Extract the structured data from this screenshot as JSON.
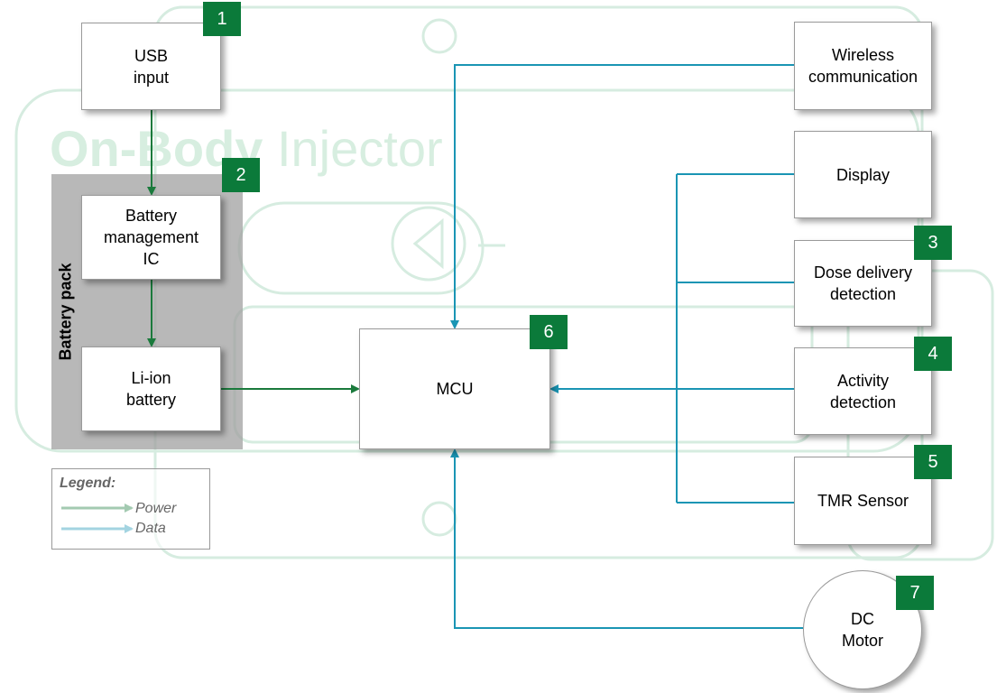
{
  "watermark": {
    "bold": "On-Body",
    "rest": " Injector"
  },
  "blocks": {
    "usb": "USB\ninput",
    "bmic": "Battery\nmanagement\nIC",
    "liion": "Li-ion\nbattery",
    "mcu": "MCU",
    "wireless": "Wireless\ncommunication",
    "display": "Display",
    "dose": "Dose delivery\ndetection",
    "activity": "Activity\ndetection",
    "tmr": "TMR Sensor",
    "motor": "DC\nMotor"
  },
  "battery_pack_label": "Battery pack",
  "badges": {
    "usb": "1",
    "battery": "2",
    "dose": "3",
    "activity": "4",
    "tmr": "5",
    "mcu": "6",
    "motor": "7"
  },
  "legend": {
    "title": "Legend:",
    "power": "Power",
    "data": "Data"
  },
  "colors": {
    "power": "#1a7a3c",
    "data": "#1a95b4",
    "badge": "#0b7a3a",
    "watermark": "#d7eee0"
  }
}
